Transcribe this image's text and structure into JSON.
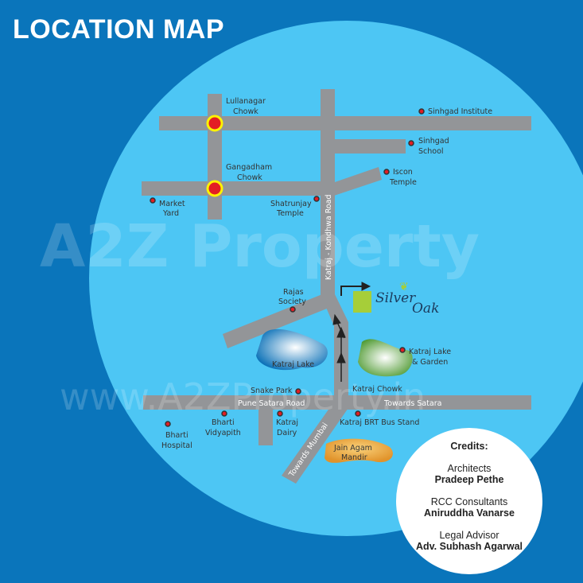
{
  "title": "LOCATION MAP",
  "colors": {
    "background": "#0a75bb",
    "map_circle": "#4dc6f4",
    "road": "#939598",
    "marker": "#e31e24",
    "chowk_ring": "#fff200",
    "site": "#a6ce39"
  },
  "watermark": {
    "logo": "A2Z Property",
    "url": "www.A2ZProperty.in"
  },
  "roads": {
    "katraj_kondhwa": "Katraj - Kondhwa Road",
    "pune_satara": "Pune Satara Road",
    "towards_satara": "Towards Satara",
    "towards_mumbai": "Towards Mumbai"
  },
  "chowks": {
    "lullanagar": [
      "Lullanagar",
      "Chowk"
    ],
    "gangadham": [
      "Gangadham",
      "Chowk"
    ],
    "katraj": "Katraj Chowk"
  },
  "landmarks": {
    "sinhgad_institute": "Sinhgad Institute",
    "sinhgad_school": [
      "Sinhgad",
      "School"
    ],
    "iscon_temple": [
      "Iscon",
      "Temple"
    ],
    "market_yard": [
      "Market",
      "Yard"
    ],
    "shatrunjay_temple": [
      "Shatrunjay",
      "Temple"
    ],
    "rajas_society": [
      "Rajas",
      "Society"
    ],
    "katraj_lake": "Katraj Lake",
    "katraj_lake_garden": [
      "Katraj Lake",
      "& Garden"
    ],
    "snake_park": "Snake Park",
    "bharti_vidyapith": [
      "Bharti",
      "Vidyapith"
    ],
    "bharti_hospital": [
      "Bharti",
      "Hospital"
    ],
    "katraj_dairy": [
      "Katraj",
      "Dairy"
    ],
    "katraj_brt": "Katraj BRT Bus Stand",
    "jain_agam_mandir": [
      "Jain Agam",
      "Mandir"
    ]
  },
  "site": {
    "name_1": "Silver",
    "name_2": "Oak"
  },
  "credits": {
    "heading": "Credits:",
    "items": [
      {
        "role": "Architects",
        "name": "Pradeep Pethe"
      },
      {
        "role": "RCC Consultants",
        "name": "Aniruddha Vanarse"
      },
      {
        "role": "Legal Advisor",
        "name": "Adv. Subhash Agarwal"
      }
    ]
  }
}
